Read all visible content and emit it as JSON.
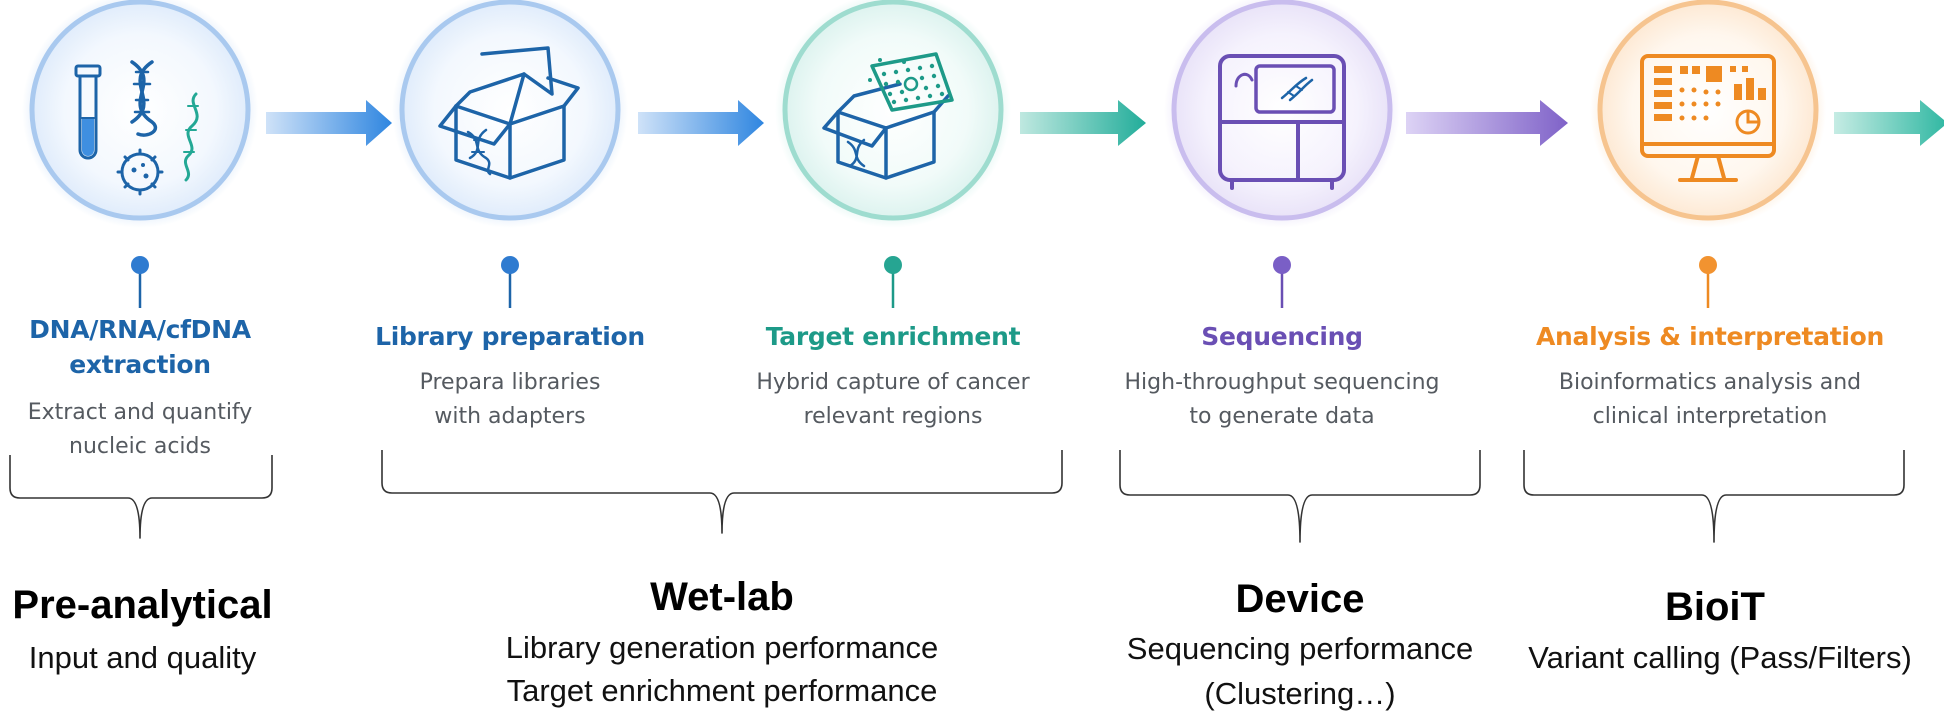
{
  "colors": {
    "blue": "#1d64a8",
    "blue_light": "#3f8fe0",
    "teal": "#1d9a88",
    "purple": "#6a4fb4",
    "orange": "#ee8a22",
    "text_gray": "#555a60"
  },
  "steps": [
    {
      "icon": "extraction-icon",
      "color": "#1d64a8",
      "title_lines": [
        "DNA/RNA/cfDNA",
        "extraction"
      ],
      "desc_lines": [
        "Extract and quantify",
        "nucleic acids"
      ]
    },
    {
      "icon": "library-box-icon",
      "color": "#1d64a8",
      "title_lines": [
        "Library preparation"
      ],
      "desc_lines": [
        "Prepara libraries",
        "with adapters"
      ]
    },
    {
      "icon": "enrichment-box-icon",
      "color": "#1d9a88",
      "title_lines": [
        "Target enrichment"
      ],
      "desc_lines": [
        "Hybrid capture of cancer",
        "relevant regions"
      ]
    },
    {
      "icon": "sequencer-icon",
      "color": "#6a4fb4",
      "title_lines": [
        "Sequencing"
      ],
      "desc_lines": [
        "High-throughput sequencing",
        "to generate data"
      ]
    },
    {
      "icon": "computer-monitor-icon",
      "color": "#ee8a22",
      "title_lines": [
        "Analysis & interpretation"
      ],
      "desc_lines": [
        "Bioinformatics analysis and",
        "clinical interpretation"
      ]
    }
  ],
  "phases": [
    {
      "title": "Pre-analytical",
      "lines": [
        "Input and quality"
      ]
    },
    {
      "title": "Wet-lab",
      "lines": [
        "Library generation performance",
        "Target enrichment performance"
      ]
    },
    {
      "title": "Device",
      "lines": [
        "Sequencing performance",
        "(Clustering…)"
      ]
    },
    {
      "title": "BioiT",
      "lines": [
        "Variant calling (Pass/Filters)"
      ]
    }
  ]
}
